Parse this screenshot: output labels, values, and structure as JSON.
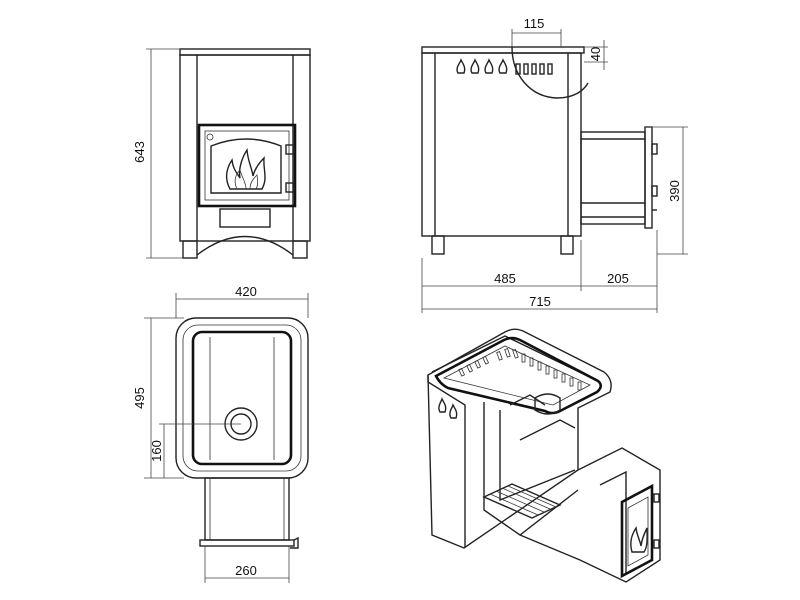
{
  "views": {
    "front": {
      "height_label": "643"
    },
    "side": {
      "top_offset_label": "115",
      "top_height_label": "40",
      "tunnel_height_label": "390",
      "body_depth_label": "485",
      "tunnel_length_label": "205",
      "total_length_label": "715"
    },
    "top": {
      "width_label": "420",
      "depth_label": "495",
      "pipe_offset_label": "160",
      "tunnel_width_label": "260"
    }
  },
  "colors": {
    "line": "#222222",
    "background": "#ffffff"
  }
}
